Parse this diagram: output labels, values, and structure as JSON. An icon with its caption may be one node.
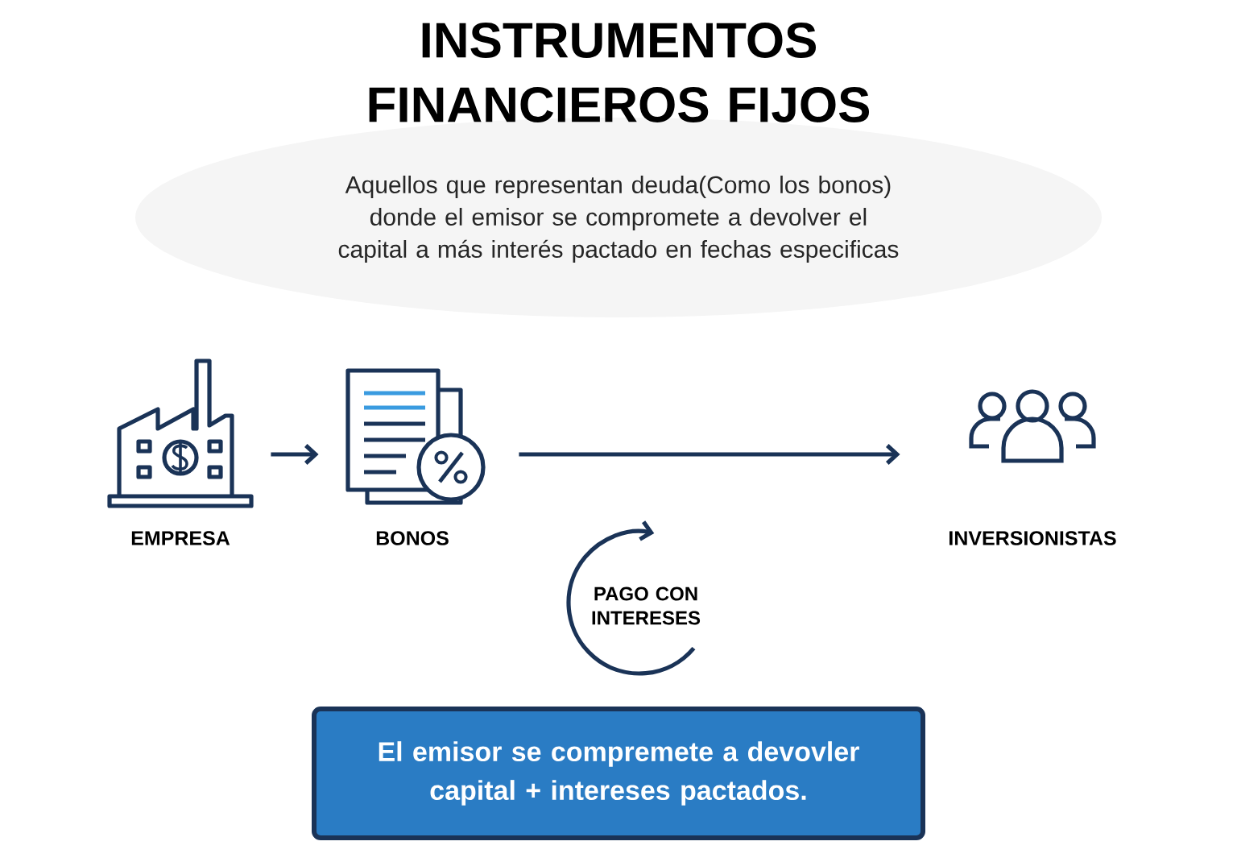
{
  "diagram": {
    "title": "INSTRUMENTOS FINANCIEROS FIJOS",
    "nodes": [
      {
        "text": [
          "EMPRESA"
        ]
      },
      {
        "text": [
          "BONOS"
        ]
      },
      {
        "text": [
          "INVERSIONISTAS"
        ]
      },
      {
        "text": [
          "El emisor se compremete a devovler capital + intereses   pactados."
        ]
      }
    ],
    "edges": [
      {
        "from": 0,
        "to": 1,
        "arrow": "to"
      },
      {
        "from": 1,
        "to": 2,
        "arrow": "to"
      }
    ],
    "labels": [
      "Aquellos que representan deuda(Como los bonos) donde el emisor se compromete a devolver el capital a más interés pactado en fechas especificas",
      "PAGO CON INTERESES"
    ]
  }
}
